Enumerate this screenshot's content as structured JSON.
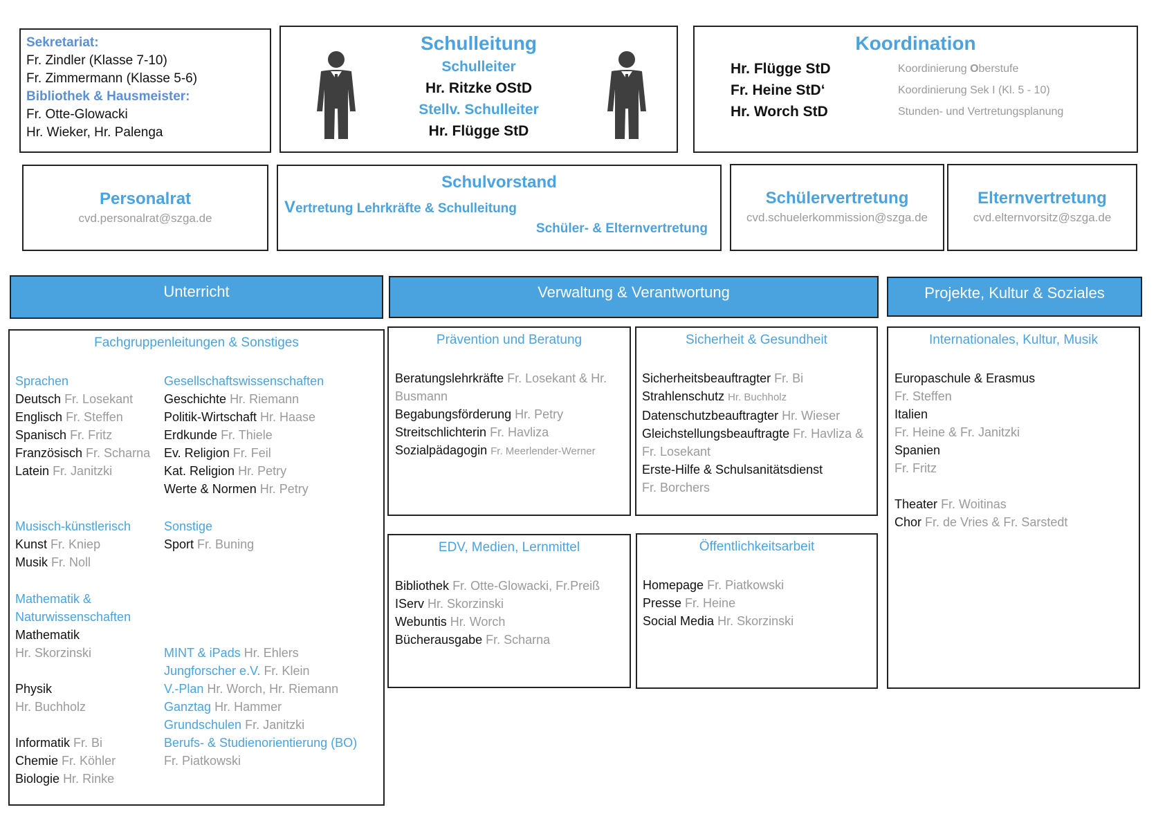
{
  "sekretariat": {
    "title": "Sekretariat:",
    "lines": [
      "Fr. Zindler (Klasse 7-10)",
      "Fr. Zimmermann (Klasse 5-6)"
    ],
    "title2": "Bibliothek & Hausmeister:",
    "lines2": [
      "Fr. Otte-Glowacki",
      "Hr. Wieker, Hr. Palenga"
    ]
  },
  "schulleitung": {
    "title": "Schulleitung",
    "role1": "Schulleiter",
    "name1": "Hr. Ritzke OStD",
    "role2": "Stellv. Schulleiter",
    "name2": "Hr. Flügge StD"
  },
  "koordination": {
    "title": "Koordination",
    "rows": [
      {
        "name": "Hr. Flügge StD",
        "task_pre": "Koordinierung ",
        "task_bold": "O",
        "task_post": "berstufe"
      },
      {
        "name": "Fr.  Heine StD‘",
        "task_pre": "Koordinierung Sek I (Kl. 5 - 10)",
        "task_bold": "",
        "task_post": ""
      },
      {
        "name": "Hr. Worch StD",
        "task_pre": "Stunden- und Vertretungsplanung",
        "task_bold": "",
        "task_post": ""
      }
    ]
  },
  "personalrat": {
    "title": "Personalrat",
    "email": "cvd.personalrat@szga.de"
  },
  "schulvorstand": {
    "title": "Schulvorstand",
    "line1_initial": "V",
    "line1_rest": "ertretung Lehrkräfte & Schulleitung",
    "line2": "Schüler- & Elternvertretung"
  },
  "schuelervertretung": {
    "title": "Schülervertretung",
    "email": "cvd.schuelerkommission@szga.de"
  },
  "elternvertretung": {
    "title": "Elternvertretung",
    "email": "cvd.elternvorsitz@szga.de"
  },
  "headers": {
    "unterricht": "Unterricht",
    "verwaltung": "Verwaltung & Verantwortung",
    "projekte": "Projekte, Kultur & Soziales"
  },
  "fachgruppen": {
    "title": "Fachgruppenleitungen & Sonstiges",
    "sprachen": {
      "title": "Sprachen",
      "items": [
        {
          "subject": "Deutsch",
          "person": "Fr. Losekant"
        },
        {
          "subject": "Englisch",
          "person": "Fr. Steffen"
        },
        {
          "subject": "Spanisch",
          "person": "Fr. Fritz"
        },
        {
          "subject": "Französisch",
          "person": "Fr. Scharna"
        },
        {
          "subject": "Latein",
          "person": "Fr. Janitzki"
        }
      ]
    },
    "gesellschaft": {
      "title": "Gesellschaftswissenschaften",
      "items": [
        {
          "subject": "Geschichte",
          "person": "Hr. Riemann"
        },
        {
          "subject": "Politik-Wirtschaft",
          "person": "Hr. Haase"
        },
        {
          "subject": "Erdkunde",
          "person": "Fr. Thiele"
        },
        {
          "subject": "Ev. Religion",
          "person": "Fr. Feil"
        },
        {
          "subject": "Kat. Religion",
          "person": "Hr. Petry"
        },
        {
          "subject": "Werte & Normen",
          "person": "Hr. Petry"
        }
      ]
    },
    "musisch": {
      "title": "Musisch-künstlerisch",
      "items": [
        {
          "subject": "Kunst",
          "person": "Fr. Kniep"
        },
        {
          "subject": "Musik",
          "person": "Fr. Noll"
        }
      ]
    },
    "sonstige": {
      "title": "Sonstige",
      "items": [
        {
          "subject": "Sport",
          "person": "Fr. Buning"
        }
      ]
    },
    "mathe": {
      "title1": "Mathematik &",
      "title2": "Naturwissenschaften",
      "math_subject": "Mathematik",
      "math_person": "Hr. Skorzinski",
      "phys_subject": "Physik",
      "phys_person": "Hr. Buchholz",
      "items": [
        {
          "subject": "Informatik",
          "person": "Fr. Bi"
        },
        {
          "subject": "Chemie",
          "person": "Fr. Köhler"
        },
        {
          "subject": "Biologie",
          "person": "Hr. Rinke"
        }
      ]
    },
    "projects": {
      "items": [
        {
          "subject": "MINT & iPads",
          "person": "Hr. Ehlers"
        },
        {
          "subject": "Jungforscher e.V.",
          "person": "Fr. Klein"
        },
        {
          "subject": "V.-Plan",
          "person": "Hr. Worch, Hr. Riemann"
        },
        {
          "subject": "Ganztag",
          "person": "Hr. Hammer"
        },
        {
          "subject": "Grundschulen",
          "person": "Fr. Janitzki"
        },
        {
          "subject": "Berufs- & Studienorientierung (BO)",
          "person": ""
        }
      ],
      "bo_person": "Fr. Piatkowski"
    }
  },
  "praevention": {
    "title": "Prävention und Beratung",
    "row1_subject": "Beratungslehrkräfte",
    "row1_person": "Fr. Losekant & Hr.",
    "row1_cont": "Busmann",
    "items": [
      {
        "subject": "Begabungsförderung",
        "person": "Hr. Petry"
      },
      {
        "subject": "Streitschlichterin",
        "person": "Fr. Havliza"
      },
      {
        "subject": "Sozialpädagogin",
        "person": "Fr. Meerlender-Werner"
      }
    ]
  },
  "sicherheit": {
    "title": "Sicherheit & Gesundheit",
    "items": [
      {
        "subject": "Sicherheitsbeauftragter",
        "person": "Fr. Bi"
      },
      {
        "subject": "Strahlenschutz",
        "person": "Hr. Buchholz"
      },
      {
        "subject": "Datenschutzbeauftragter",
        "person": "Hr. Wieser"
      },
      {
        "subject": "Gleichstellungsbeauftragte",
        "person": "Fr. Havliza &"
      }
    ],
    "cont1": "Fr. Losekant",
    "row5_subject": "Erste-Hilfe & Schulsanitätsdienst",
    "cont2": "Fr. Borchers"
  },
  "international": {
    "title": "Internationales, Kultur, Musik",
    "europa": "Europaschule & Erasmus",
    "europa_person": "Fr. Steffen",
    "italien": "Italien",
    "italien_person": "Fr. Heine & Fr. Janitzki",
    "spanien": "Spanien",
    "spanien_person": "Fr. Fritz",
    "items": [
      {
        "subject": "Theater",
        "person": "Fr. Woitinas"
      },
      {
        "subject": "Chor",
        "person": "Fr. de Vries & Fr. Sarstedt"
      }
    ]
  },
  "edv": {
    "title": "EDV, Medien, Lernmittel",
    "items": [
      {
        "subject": "Bibliothek",
        "person": "Fr. Otte-Glowacki, Fr.Preiß"
      },
      {
        "subject": "IServ",
        "person": "Hr. Skorzinski"
      },
      {
        "subject": "Webuntis",
        "person": "Hr. Worch"
      },
      {
        "subject": "Bücherausgabe",
        "person": "Fr. Scharna"
      }
    ]
  },
  "oeffentlichkeit": {
    "title": "Öffentlichkeitsarbeit",
    "items": [
      {
        "subject": "Homepage",
        "person": "Fr. Piatkowski"
      },
      {
        "subject": "Presse",
        "person": "Fr. Heine"
      },
      {
        "subject": "Social Media",
        "person": "Hr. Skorzinski"
      }
    ]
  }
}
